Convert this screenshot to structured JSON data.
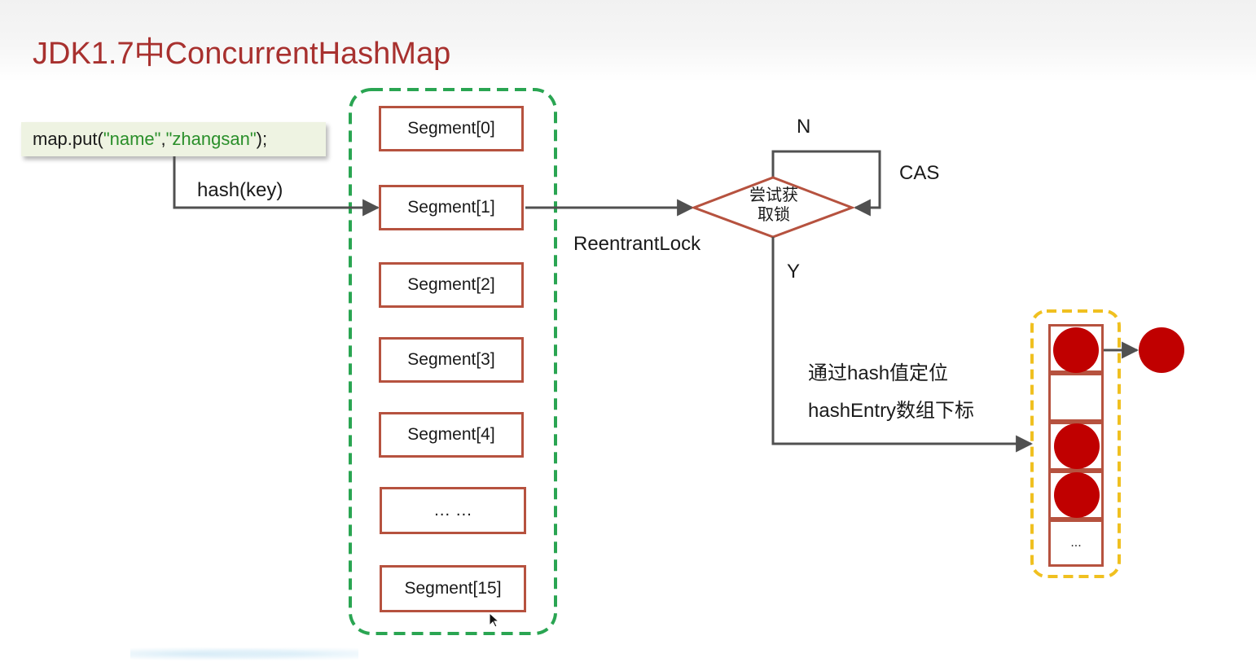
{
  "title": "JDK1.7中ConcurrentHashMap",
  "code": {
    "prefix": "map.put(",
    "arg1": "\"name\"",
    "comma": ",",
    "arg2": "\"zhangsan\"",
    "suffix": ");"
  },
  "labels": {
    "hash_key": "hash(key)",
    "reentrant_lock": "ReentrantLock",
    "n": "N",
    "y": "Y",
    "cas": "CAS",
    "locate_line1": "通过hash值定位",
    "locate_line2": "hashEntry数组下标"
  },
  "diamond": {
    "line1": "尝试获",
    "line2": "取锁"
  },
  "segments": [
    "Segment[0]",
    "Segment[1]",
    "Segment[2]",
    "Segment[3]",
    "Segment[4]",
    "… …",
    "Segment[15]"
  ],
  "entry_array": {
    "last_cell": "..."
  },
  "colors": {
    "title": "#a8312f",
    "segment_border": "#b6523f",
    "segment_group_border": "#2aa552",
    "entry_group_border": "#f0c020",
    "node_fill": "#c00000",
    "arrow": "#505050",
    "code_string": "#2a8f2a"
  }
}
